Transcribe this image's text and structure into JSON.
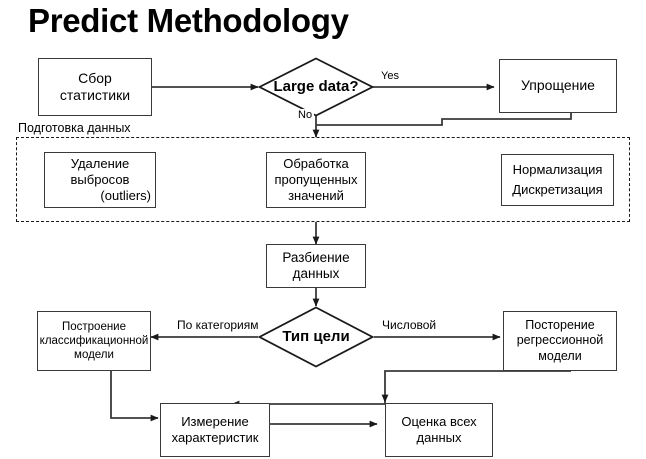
{
  "page": {
    "title": "Predict Methodology",
    "background_color": "#ffffff",
    "line_color": "#3a3a3a",
    "text_color": "#000000"
  },
  "group": {
    "label": "Подготовка данных"
  },
  "nodes": {
    "collect": {
      "lines": [
        "Сбор",
        "статистики"
      ]
    },
    "large_data": {
      "lines": [
        "Large",
        "data?"
      ]
    },
    "simplify": {
      "lines": [
        "Упрощение"
      ]
    },
    "outliers": {
      "lines": [
        "Удаление",
        "выбросов",
        "(outliers)"
      ]
    },
    "missing": {
      "lines": [
        "Обработка",
        "пропущенных",
        "значений"
      ]
    },
    "normalize": {
      "lines": [
        "Нормализация",
        "Дискретизация"
      ]
    },
    "split": {
      "lines": [
        "Разбиение",
        "данных"
      ]
    },
    "target_type": {
      "lines": [
        "Тип",
        "цели"
      ]
    },
    "classification": {
      "lines": [
        "Построение",
        "классификационной",
        "модели"
      ]
    },
    "regression": {
      "lines": [
        "Посторение",
        "регрессионной",
        "модели"
      ]
    },
    "measure": {
      "lines": [
        "Измерение",
        "характеристик"
      ]
    },
    "evaluate": {
      "lines": [
        "Оценка всех",
        "данных"
      ]
    }
  },
  "edge_labels": {
    "yes": "Yes",
    "no": "No",
    "by_category": "По категориям",
    "numeric": "Числовой"
  }
}
